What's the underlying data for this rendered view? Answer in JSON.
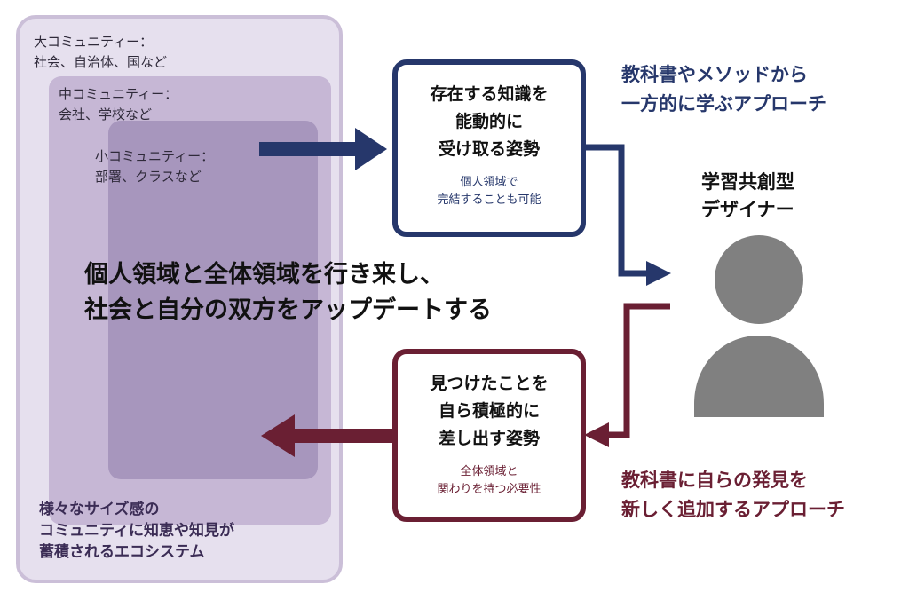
{
  "communities": {
    "large_label": "大コミュニティー：\n社会、自治体、国など",
    "mid_label": "中コミュニティー：\n会社、学校など",
    "small_label": "小コミュニティー：\n部署、クラスなど",
    "bottom_label": "様々なサイズ感の\nコミュニティに知恵や知見が\n蓄積されるエコシステム"
  },
  "headline": "個人領域と全体領域を行き来し、\n社会と自分の双方をアップデートする",
  "top_box": {
    "main": "存在する知識を\n能動的に\n受け取る姿勢",
    "sub": "個人領域で\n完結することも可能"
  },
  "bottom_box": {
    "main": "見つけたことを\n自ら積極的に\n差し出す姿勢",
    "sub": "全体領域と\n関わりを持つ必要性"
  },
  "approach_top": "教科書やメソッドから\n一方的に学ぶアプローチ",
  "approach_bottom": "教科書に自らの発見を\n新しく追加するアプローチ",
  "designer_label": "学習共創型\nデザイナー",
  "colors": {
    "navy": "#26376b",
    "maroon": "#6a1f33",
    "person_gray": "#808080"
  },
  "icons": {
    "designer": "person-icon"
  }
}
